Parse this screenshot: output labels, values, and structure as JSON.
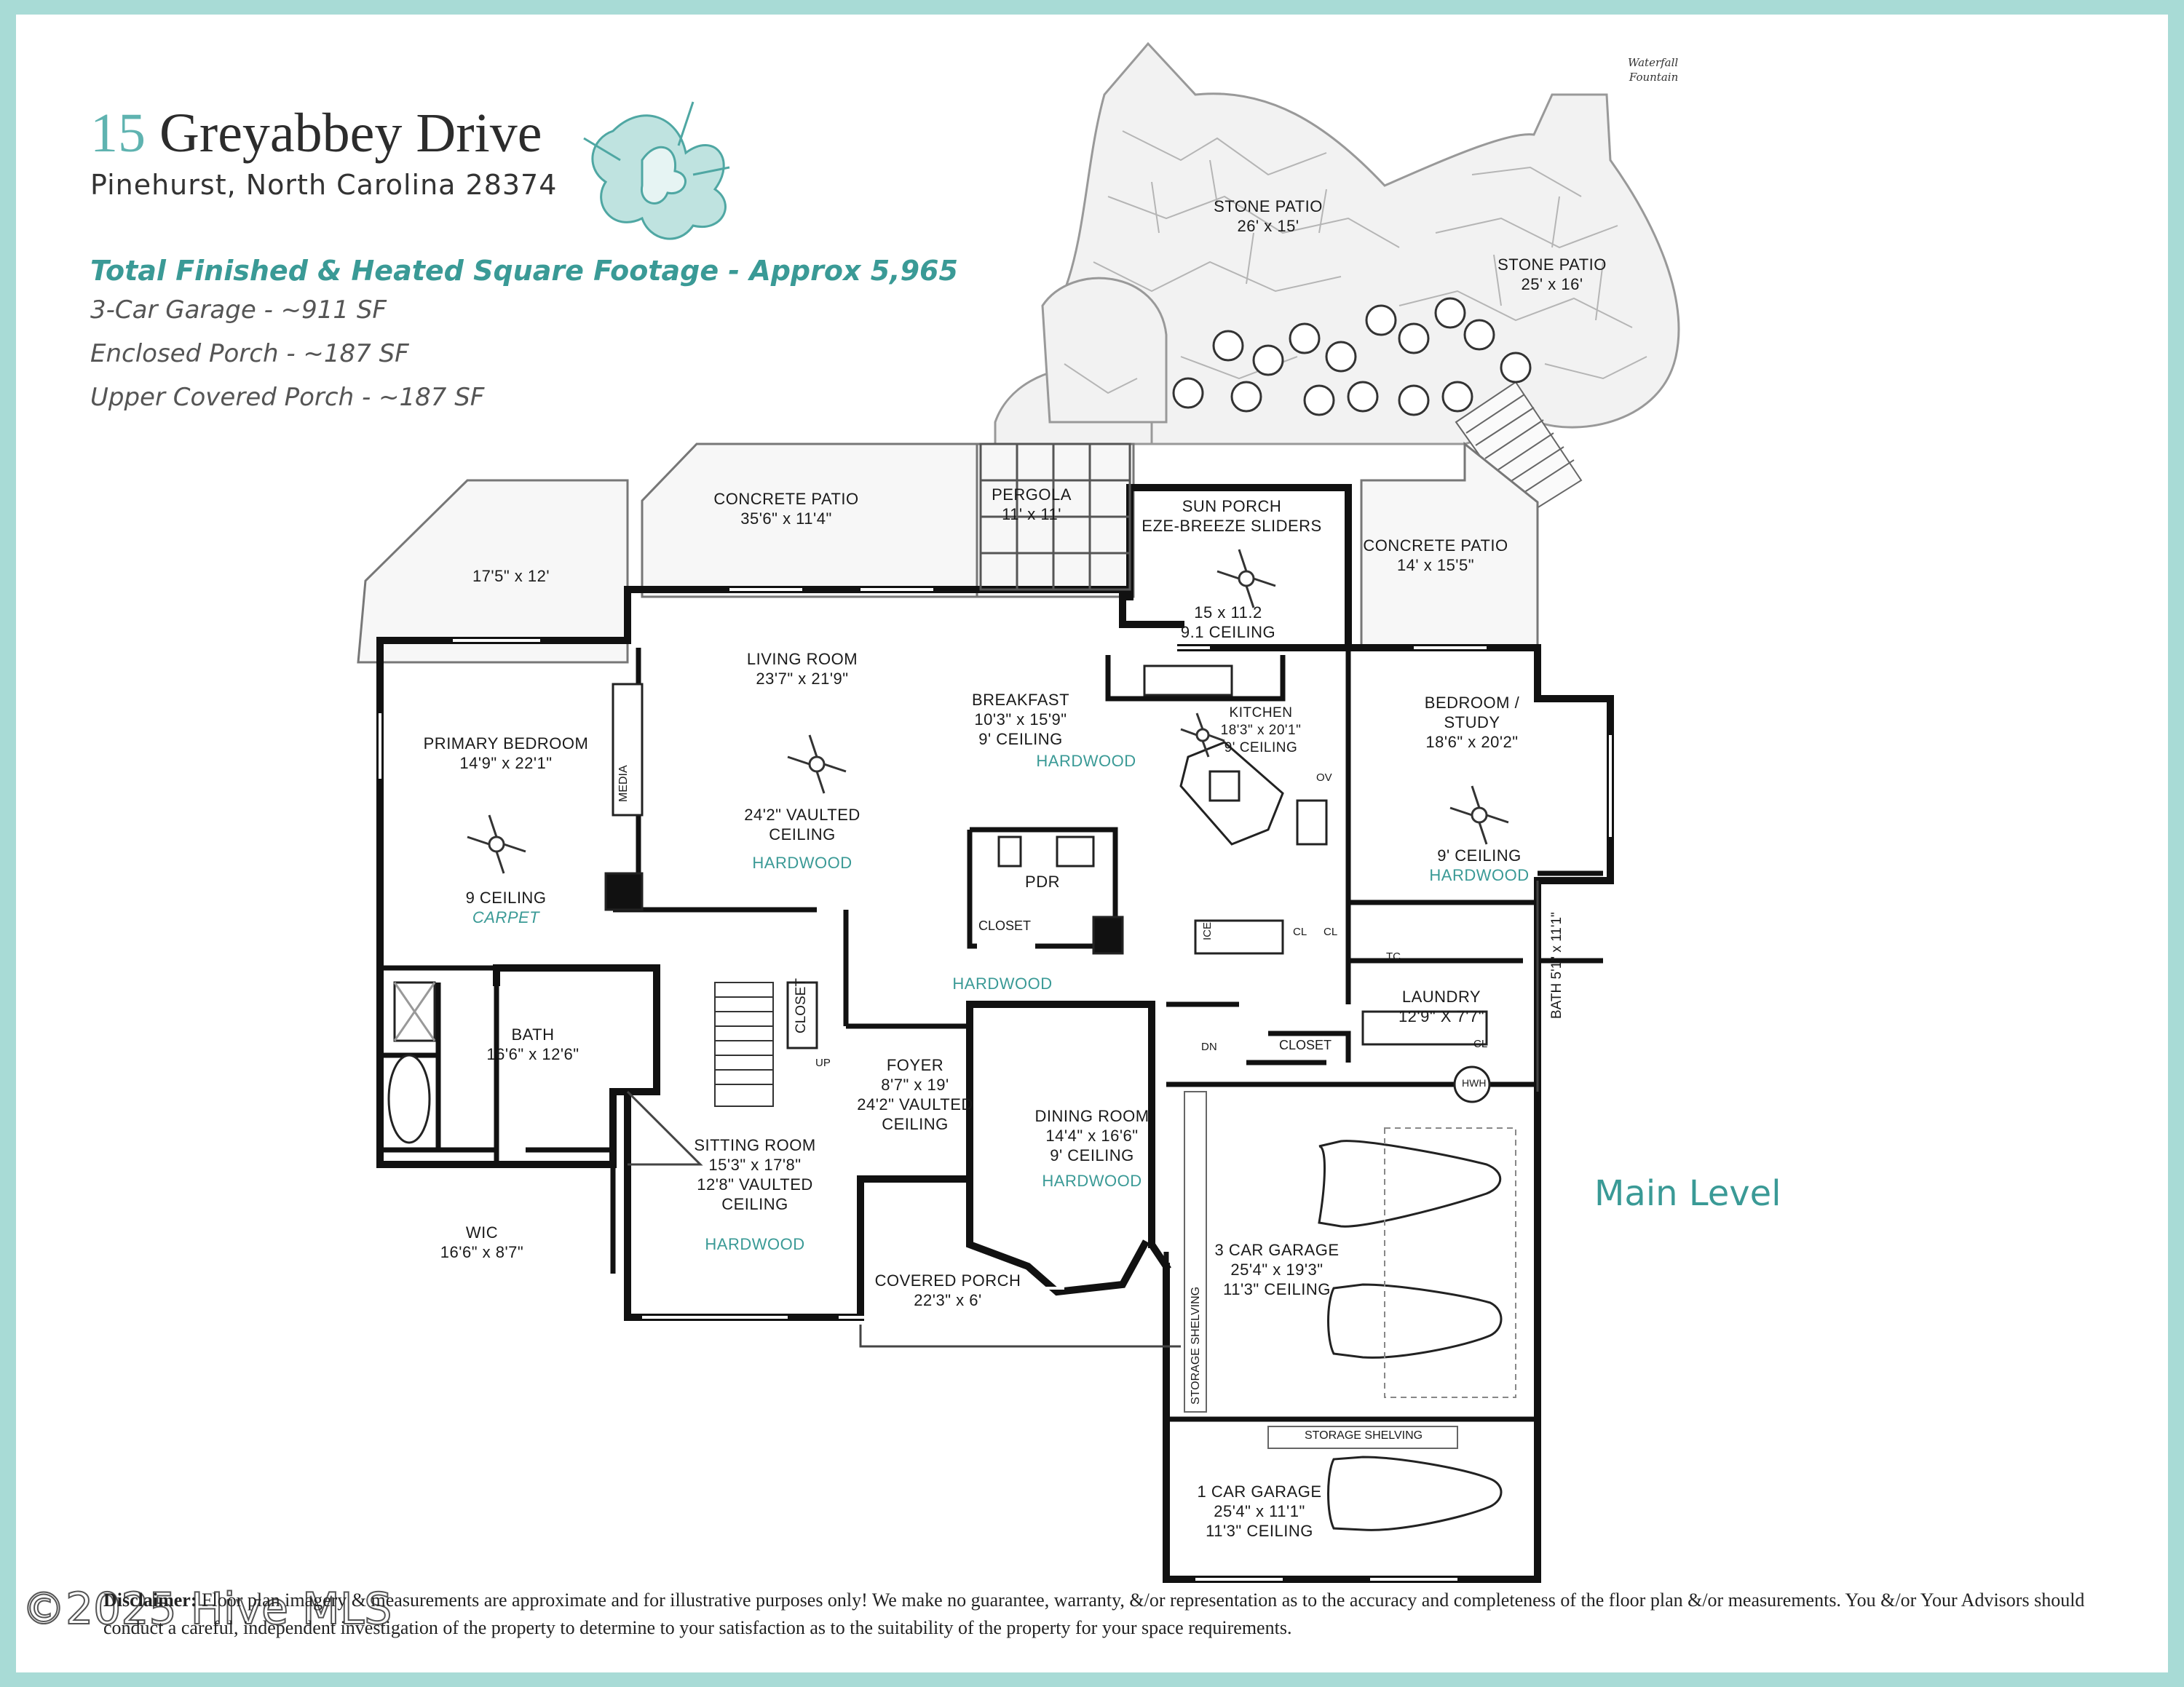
{
  "header": {
    "address_number": "15",
    "address_street": "Greyabbey Drive",
    "city_line": "Pinehurst, North Carolina 28374",
    "sqft_heading": "Total Finished & Heated Square Footage - Approx 5,965",
    "sqft_items": [
      "3-Car Garage - ~911 SF",
      "Enclosed Porch - ~187 SF",
      "Upper Covered Porch - ~187 SF"
    ]
  },
  "level_label": "Main Level",
  "waterfall_label": [
    "Waterfall",
    "Fountain"
  ],
  "rooms": {
    "stone_patio_1": [
      "STONE PATIO",
      "26' x 15'"
    ],
    "stone_patio_2": [
      "STONE PATIO",
      "25' x 16'"
    ],
    "concrete_patio_1": [
      "CONCRETE PATIO",
      "35'6\" x 11'4\""
    ],
    "side_porch": [
      "17'5\" x 12'"
    ],
    "pergola": [
      "PERGOLA",
      "11' x 11'"
    ],
    "sun_porch": [
      "SUN PORCH",
      "EZE-BREEZE SLIDERS"
    ],
    "sun_porch_size": [
      "15 x 11.2",
      "9.1 CEILING"
    ],
    "concrete_patio_2": [
      "CONCRETE PATIO",
      "14' x 15'5\""
    ],
    "living_room": [
      "LIVING ROOM",
      "23'7\" x 21'9\""
    ],
    "living_ceiling": [
      "24'2\" VAULTED",
      "CEILING"
    ],
    "living_floor": "HARDWOOD",
    "breakfast": [
      "BREAKFAST",
      "10'3\" x 15'9\"",
      "9' CEILING"
    ],
    "breakfast_floor": "HARDWOOD",
    "kitchen": [
      "KITCHEN",
      "18'3\" x 20'1\"",
      "9' CEILING"
    ],
    "bedroom_study": [
      "BEDROOM /",
      "STUDY",
      "18'6\" x 20'2\""
    ],
    "bedroom_study_ceiling": "9' CEILING",
    "bedroom_study_floor": "HARDWOOD",
    "primary_bedroom": [
      "PRIMARY BEDROOM",
      "14'9\" x 22'1\""
    ],
    "primary_ceiling": "9 CEILING",
    "primary_floor": "CARPET",
    "pdr": "PDR",
    "closet_1": "CLOSET",
    "closet_2": "CLOSET",
    "closet_3": "CLOSET",
    "hall_floor": "HARDWOOD",
    "bath_1": [
      "BATH",
      "16'6\" x 12'6\""
    ],
    "wic": [
      "WIC",
      "16'6\" x 8'7\""
    ],
    "sitting_room": [
      "SITTING ROOM",
      "15'3\" x 17'8\"",
      "12'8\" VAULTED",
      "CEILING"
    ],
    "sitting_floor": "HARDWOOD",
    "foyer": [
      "FOYER",
      "8'7\" x 19'",
      "24'2\" VAULTED",
      "CEILING"
    ],
    "dining_room": [
      "DINING ROOM",
      "14'4\" x 16'6\"",
      "9' CEILING"
    ],
    "dining_floor": "HARDWOOD",
    "covered_porch": [
      "COVERED PORCH",
      "22'3\" x 6'"
    ],
    "laundry": [
      "LAUNDRY",
      "12'9\" X 7'7\""
    ],
    "bath_2": "BATH 5'1\" x 11'1\"",
    "garage_3": [
      "3 CAR GARAGE",
      "25'4\" x 19'3\"",
      "11'3\" CEILING"
    ],
    "garage_1": [
      "1 CAR GARAGE",
      "25'4\" x 11'1\"",
      "11'3\" CEILING"
    ],
    "storage_shelving_v": "STORAGE SHELVING",
    "storage_shelving_h": "STORAGE SHELVING",
    "media": "MEDIA",
    "up": "UP",
    "dn": "DN",
    "ov": "OV",
    "ice": "ICE",
    "cl_1": "CL",
    "cl_2": "CL",
    "cl_3": "CL",
    "tc": "TC",
    "hwh": "HWH"
  },
  "disclaimer": {
    "label": "Disclaimer:",
    "text": " Floor plan imagery & measurements are approximate and for illustrative purposes only!  We make no guarantee, warranty, &/or representation as to the accuracy and completeness of the floor plan &/or measurements.  You &/or Your Advisors should conduct a careful, independent investigation of the property to determine to your satisfaction as to the suitability of the property for your space requirements."
  },
  "watermark": "©2025 Hive MLS",
  "colors": {
    "border": "#a8dbd6",
    "accent": "#3a9a96",
    "wall": "#111111"
  }
}
